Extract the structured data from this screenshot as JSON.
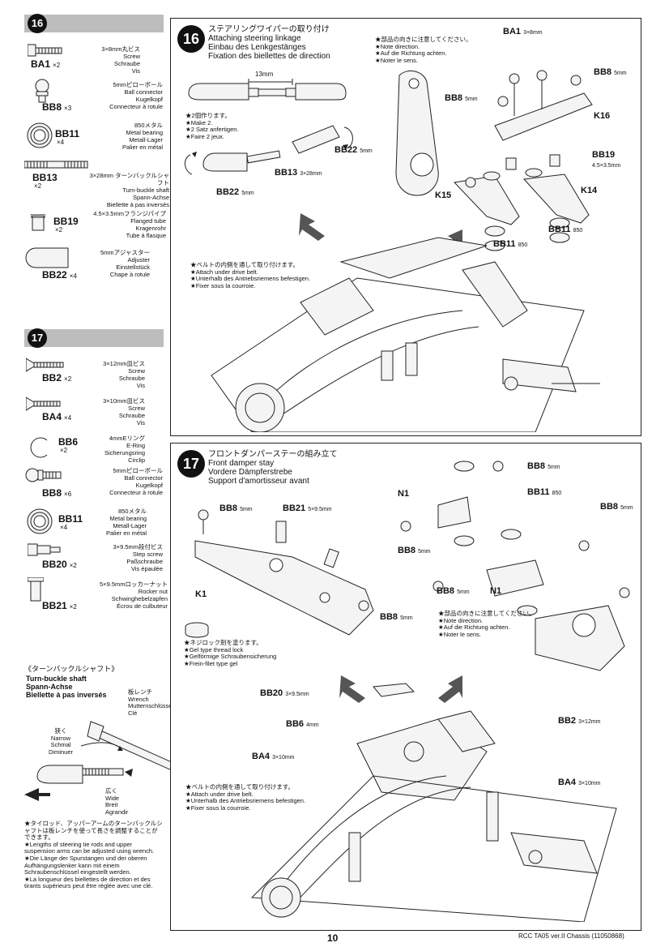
{
  "left_parts": {
    "step16": {
      "num": "16",
      "items": [
        {
          "code": "BA1",
          "qty": "×2",
          "desc": [
            "3×8mm丸ビス",
            "Screw",
            "Schraube",
            "Vis"
          ]
        },
        {
          "code": "BB8",
          "qty": "×3",
          "desc": [
            "5mmピローボール",
            "Ball connector",
            "Kugelkopf",
            "Connecteur à rotule"
          ]
        },
        {
          "code": "BB11",
          "qty": "×4",
          "desc": [
            "850メタル",
            "Metal bearing",
            "Metall-Lager",
            "Palier en métal"
          ]
        },
        {
          "code": "BB13",
          "qty": "×2",
          "desc": [
            "3×28mm ターンバックルシャフト",
            "Turn-buckle shaft",
            "Spann-Achse",
            "Biellette à pas inversés"
          ]
        },
        {
          "code": "BB19",
          "qty": "×2",
          "desc": [
            "4.5×3.5mmフランジパイプ",
            "Flanged tube",
            "Kragenrohr",
            "Tube à flasque"
          ]
        },
        {
          "code": "BB22",
          "qty": "×4",
          "desc": [
            "5mmアジャスター",
            "Adjuster",
            "Einstellstück",
            "Chape à rotule"
          ]
        }
      ]
    },
    "step17": {
      "num": "17",
      "items": [
        {
          "code": "BB2",
          "qty": "×2",
          "desc": [
            "3×12mm皿ビス",
            "Screw",
            "Schraube",
            "Vis"
          ]
        },
        {
          "code": "BA4",
          "qty": "×4",
          "desc": [
            "3×10mm皿ビス",
            "Screw",
            "Schraube",
            "Vis"
          ]
        },
        {
          "code": "BB6",
          "qty": "×2",
          "desc": [
            "4mmEリング",
            "E-Ring",
            "Sicherungsring",
            "Circlip"
          ]
        },
        {
          "code": "BB8",
          "qty": "×6",
          "desc": [
            "5mmピローボール",
            "Ball connector",
            "Kugelkopf",
            "Connecteur à rotule"
          ]
        },
        {
          "code": "BB11",
          "qty": "×4",
          "desc": [
            "850メタル",
            "Metal bearing",
            "Metall-Lager",
            "Palier en métal"
          ]
        },
        {
          "code": "BB20",
          "qty": "×2",
          "desc": [
            "3×9.5mm段付ビス",
            "Step screw",
            "Paßschraube",
            "Vis épaulée"
          ]
        },
        {
          "code": "BB21",
          "qty": "×2",
          "desc": [
            "5×9.5mmロッカーナット",
            "Rocker nut",
            "Schwinghebelzapfen",
            "Écrou de culbuteur"
          ]
        }
      ]
    }
  },
  "turnbuckle": {
    "heading": "《ターンバックルシャフト》",
    "title_lines": [
      "Turn-buckle shaft",
      "Spann-Achse",
      "Biellette à pas inversés"
    ],
    "wrench": [
      "板レンチ",
      "Wrench",
      "Mutternschlüssel",
      "Clé"
    ],
    "narrow": [
      "狭く",
      "Narrow",
      "Schmal",
      "Diminuer"
    ],
    "wide": [
      "広く",
      "Wide",
      "Breit",
      "Agrandir"
    ],
    "notes": [
      "★タイロッド、アッパーアームのターンバックルシャフトは板レンチを使って長さを調整することができます。",
      "★Lengths of steering tie rods and upper suspension arms can be adjusted using wrench.",
      "★Die Länge der Spurstangen und der oberen Aufhängungslenker kann mit einem Schraubenschlüssel eingestellt werden.",
      "★La longueur des biellettes de direction et des tirants supérieurs peut être réglée avec une clé."
    ]
  },
  "panel16": {
    "num": "16",
    "title": [
      "ステアリングワイパーの取り付け",
      "Attaching steering linkage",
      "Einbau des Lenkgestänges",
      "Fixation des biellettes de direction"
    ],
    "dim": "13mm",
    "make2": [
      "★2個作ります。",
      "★Make 2.",
      "★2 Satz anfertigen.",
      "★Faire 2 jeux."
    ],
    "dir": [
      "★部品の向きに注意してください。",
      "★Note direction.",
      "★Auf die Richtung achten.",
      "★Noter le sens."
    ],
    "belt": [
      "★ベルトの内側を通して取り付けます。",
      "★Attach under drive belt.",
      "★Unterhalb des Antriebsriemens befestigen.",
      "★Fixer sous la courroie."
    ],
    "labels": {
      "ba1": "BA1",
      "ba1s": "3×8mm",
      "bb8a": "BB8",
      "bb8as": "5mm",
      "bb8b": "BB8",
      "bb8bs": "5mm",
      "k16": "K16",
      "bb19": "BB19",
      "bb19s": "4.5×3.5mm",
      "k15": "K15",
      "k14": "K14",
      "bb11a": "BB11",
      "bb11as": "850",
      "bb11b": "BB11",
      "bb11bs": "850",
      "bb22a": "BB22",
      "bb22as": "5mm",
      "bb22b": "BB22",
      "bb22bs": "5mm",
      "bb13": "BB13",
      "bb13s": "3×28mm"
    }
  },
  "panel17": {
    "num": "17",
    "title": [
      "フロントダンパーステーの組み立て",
      "Front damper stay",
      "Vordere Dämpferstrebe",
      "Support d'amortisseur avant"
    ],
    "dir": [
      "★部品の向きに注意してください。",
      "★Note direction.",
      "★Auf die Richtung achten.",
      "★Noter le sens."
    ],
    "glue": [
      "★ネジロック剤を塗ります。",
      "★Gel type thread lock",
      "★Gelförmige Schraubensicherung",
      "★Frein-filet type gel"
    ],
    "belt": [
      "★ベルトの内側を通して取り付けます。",
      "★Attach under drive belt.",
      "★Unterhalb des Antriebsriemens befestigen.",
      "★Fixer sous la courroie."
    ],
    "labels": {
      "bb8a": "BB8",
      "bb8as": "5mm",
      "bb21": "BB21",
      "bb21s": "5×9.5mm",
      "k1": "K1",
      "bb8b": "BB8",
      "bb8bs": "5mm",
      "bb20": "BB20",
      "bb20s": "3×9.5mm",
      "bb6": "BB6",
      "bb6s": "4mm",
      "ba4a": "BA4",
      "ba4as": "3×10mm",
      "bb2": "BB2",
      "bb2s": "3×12mm",
      "ba4b": "BA4",
      "ba4bs": "3×10mm",
      "n1a": "N1",
      "bb8c": "BB8",
      "bb8cs": "5mm",
      "bb11": "BB11",
      "bb11s": "850",
      "bb8d": "BB8",
      "bb8ds": "5mm",
      "bb8e": "BB8",
      "bb8es": "5mm",
      "bb8f": "BB8",
      "bb8fs": "5mm",
      "n1b": "N1"
    }
  },
  "footer": {
    "page": "10",
    "doc": "RCC TA05 ver.II Chassis (11050868)"
  }
}
